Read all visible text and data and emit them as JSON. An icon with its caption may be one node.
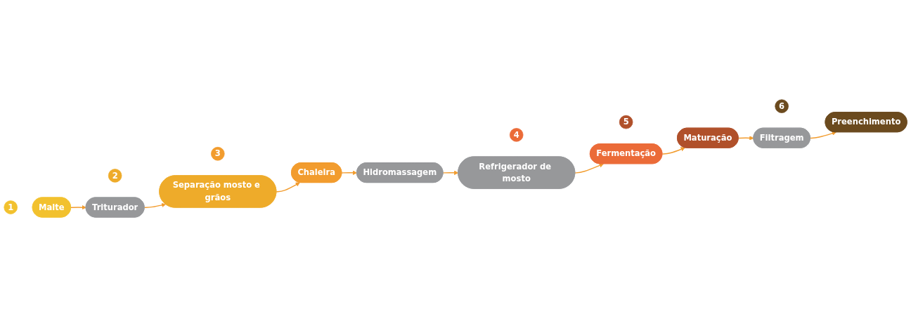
{
  "diagram": {
    "nodes": [
      {
        "text": [
          "1"
        ]
      },
      {
        "text": [
          "Malte"
        ]
      },
      {
        "text": [
          "Triturador"
        ]
      },
      {
        "text": [
          "2"
        ]
      },
      {
        "text": [
          "Separação mosto e grãos"
        ]
      },
      {
        "text": [
          "3"
        ]
      },
      {
        "text": [
          "Chaleira"
        ]
      },
      {
        "text": [
          "Hidromassagem"
        ]
      },
      {
        "text": [
          "Refrigerador de mosto"
        ]
      },
      {
        "text": [
          "4"
        ]
      },
      {
        "text": [
          "Fermentação"
        ]
      },
      {
        "text": [
          "5"
        ]
      },
      {
        "text": [
          "Maturação"
        ]
      },
      {
        "text": [
          "Filtragem"
        ]
      },
      {
        "text": [
          "6"
        ]
      },
      {
        "text": [
          "Preenchimento"
        ]
      }
    ],
    "edges": [
      {
        "from": 1,
        "to": 2,
        "arrow": "to"
      },
      {
        "from": 2,
        "to": 4,
        "arrow": "to"
      },
      {
        "from": 4,
        "to": 6,
        "arrow": "to"
      },
      {
        "from": 6,
        "to": 7,
        "arrow": "to"
      },
      {
        "from": 7,
        "to": 8,
        "arrow": "to"
      },
      {
        "from": 8,
        "to": 10,
        "arrow": "to"
      },
      {
        "from": 10,
        "to": 12,
        "arrow": "to"
      },
      {
        "from": 12,
        "to": 13,
        "arrow": "to"
      },
      {
        "from": 13,
        "to": 15,
        "arrow": "to"
      }
    ]
  }
}
